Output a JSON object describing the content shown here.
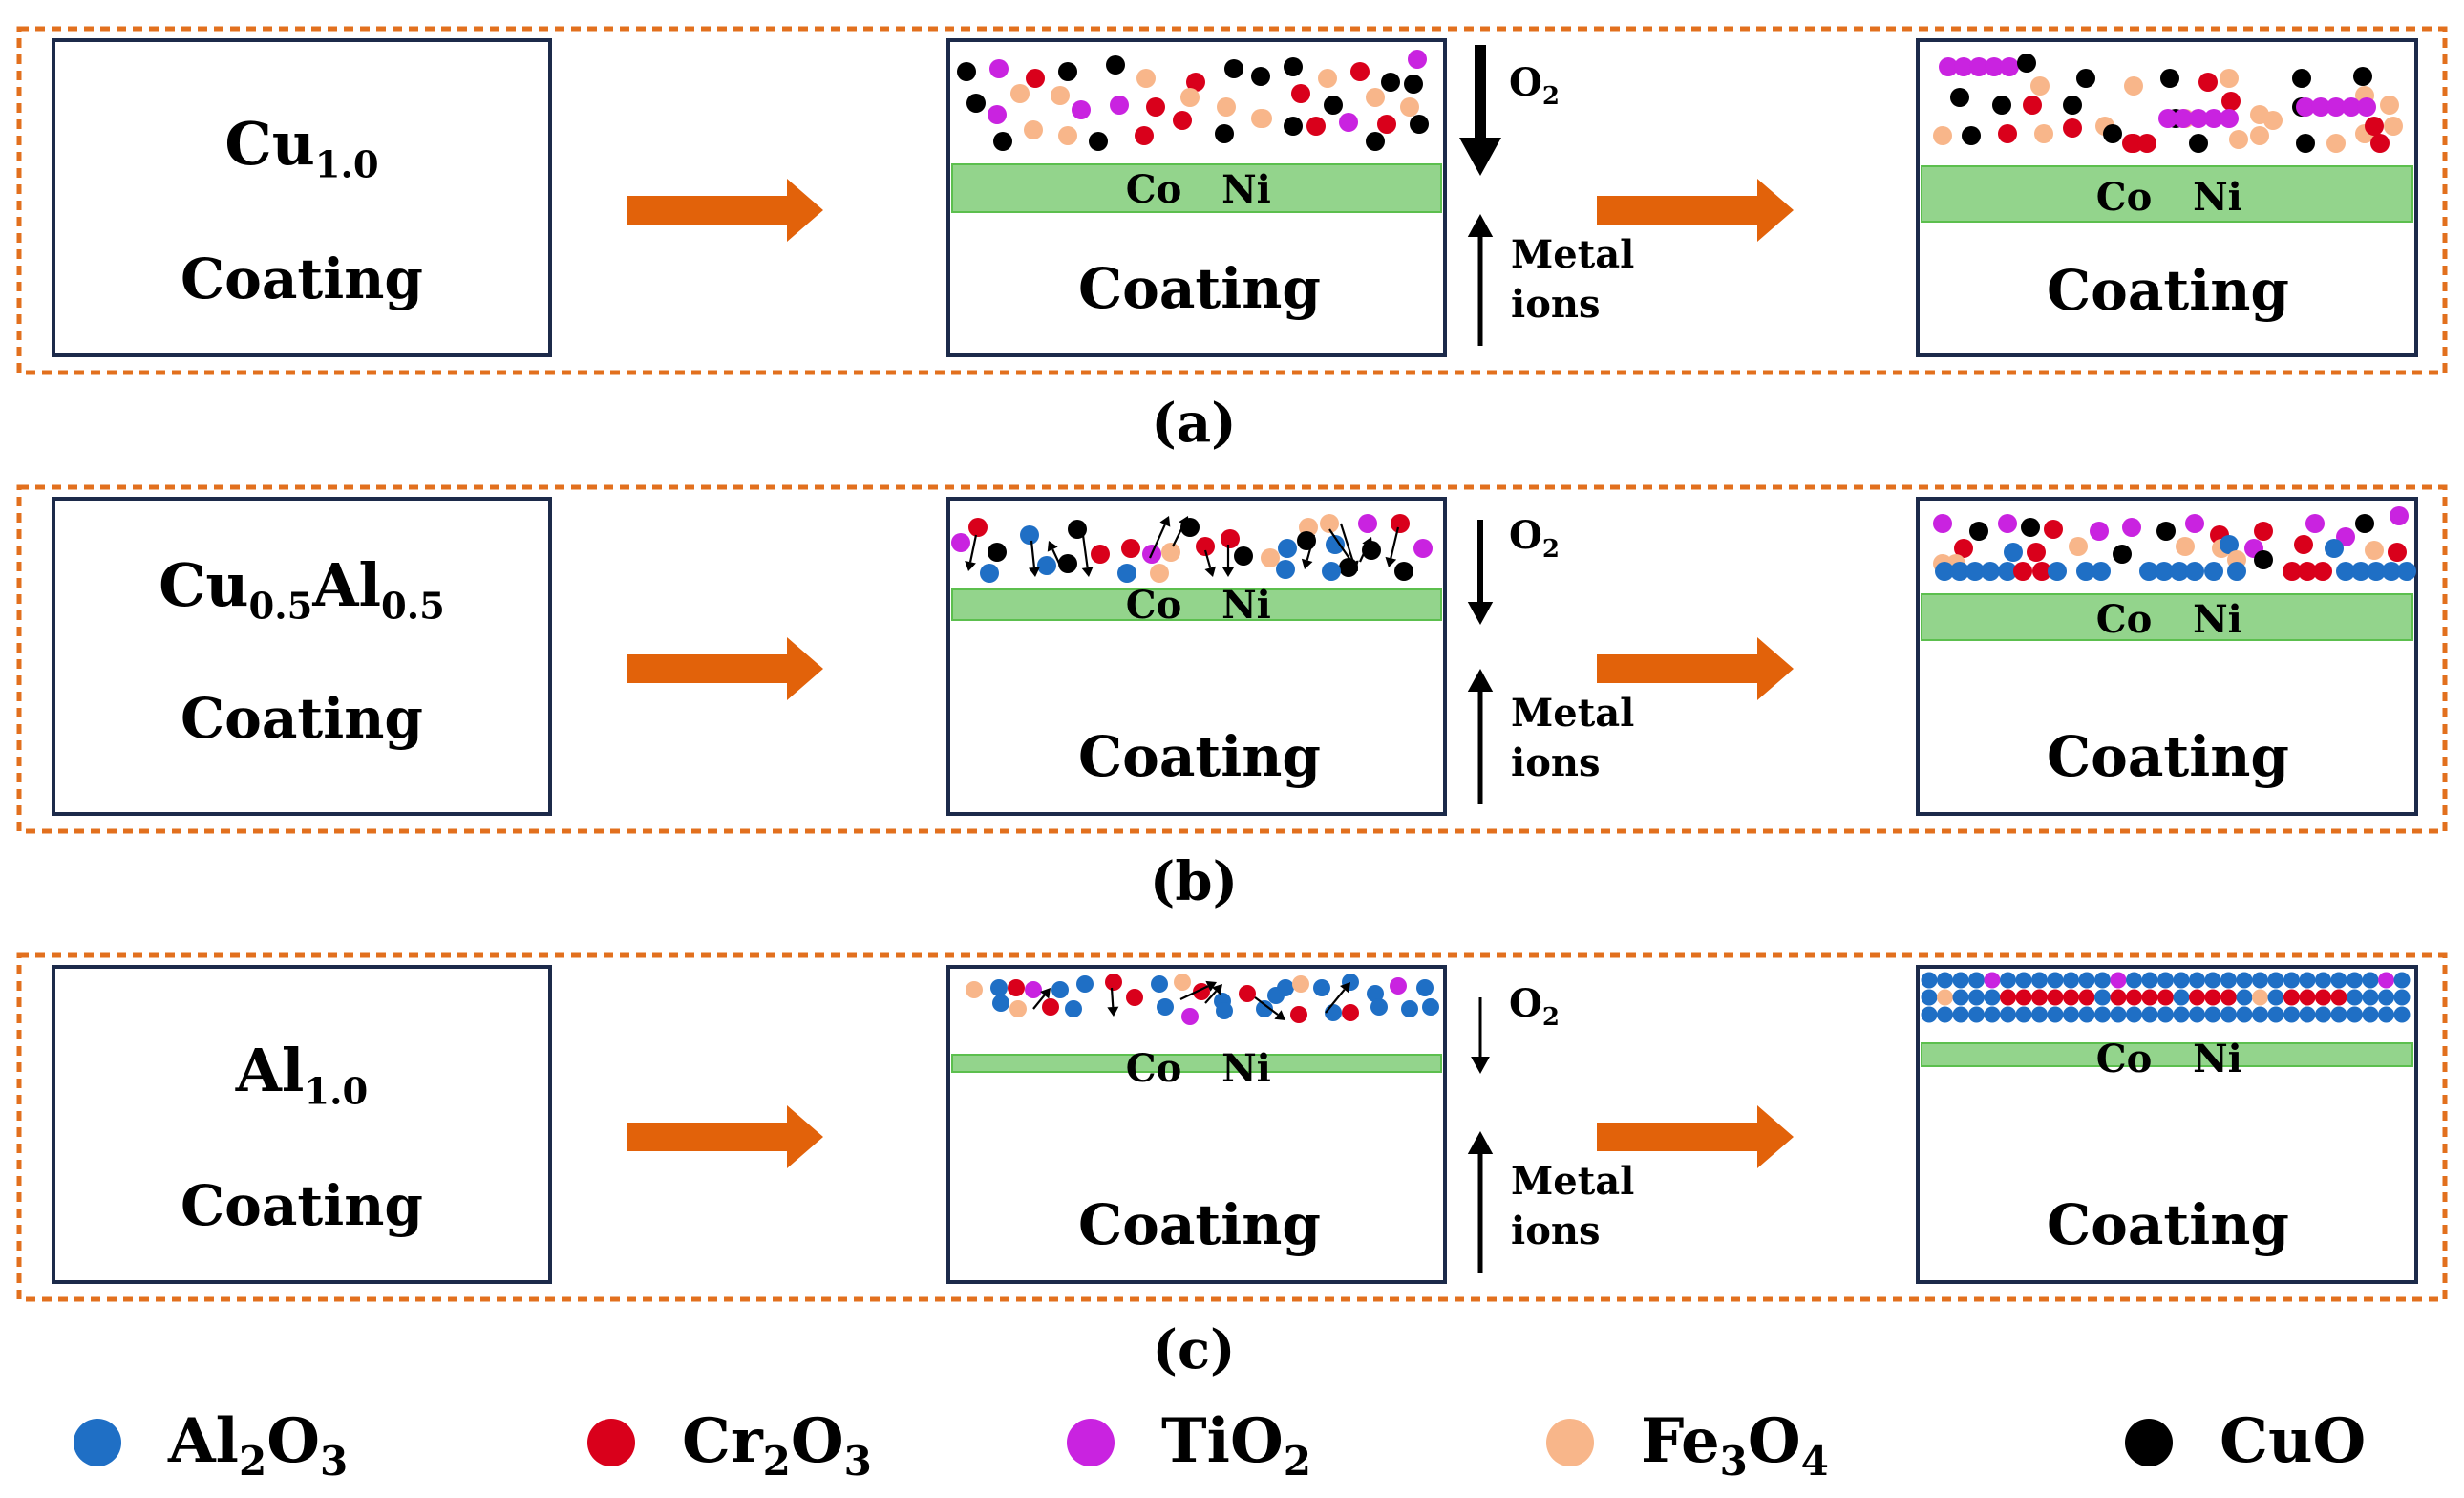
{
  "panels": [
    {
      "caption": "(a)",
      "left_box": {
        "formula": [
          {
            "t": "Cu",
            "sub": false
          },
          {
            "t": "1.0",
            "sub": true
          }
        ],
        "coating": "Coating"
      },
      "middle_box": {
        "layer_labels": [
          "Co",
          "Ni"
        ],
        "coating": "Coating",
        "o2": {
          "base": "O",
          "sub": "2"
        },
        "metal_ions": [
          "Metal",
          "ions"
        ]
      },
      "right_box": {
        "layer_labels": [
          "Co",
          "Ni"
        ],
        "coating": "Coating"
      }
    },
    {
      "caption": "(b)",
      "left_box": {
        "formula": [
          {
            "t": "Cu",
            "sub": false
          },
          {
            "t": "0.5",
            "sub": true
          },
          {
            "t": "Al",
            "sub": false
          },
          {
            "t": "0.5",
            "sub": true
          }
        ],
        "coating": "Coating"
      },
      "middle_box": {
        "layer_labels": [
          "Co",
          "Ni"
        ],
        "coating": "Coating",
        "o2": {
          "base": "O",
          "sub": "2"
        },
        "metal_ions": [
          "Metal",
          "ions"
        ]
      },
      "right_box": {
        "layer_labels": [
          "Co",
          "Ni"
        ],
        "coating": "Coating"
      }
    },
    {
      "caption": "(c)",
      "left_box": {
        "formula": [
          {
            "t": "Al",
            "sub": false
          },
          {
            "t": "1.0",
            "sub": true
          }
        ],
        "coating": "Coating"
      },
      "middle_box": {
        "layer_labels": [
          "Co",
          "Ni"
        ],
        "coating": "Coating",
        "o2": {
          "base": "O",
          "sub": "2"
        },
        "metal_ions": [
          "Metal",
          "ions"
        ]
      },
      "right_box": {
        "layer_labels": [
          "Co",
          "Ni"
        ],
        "coating": "Coating"
      }
    }
  ],
  "legend": [
    {
      "key": "Al2O3",
      "color": "#1f6fc5",
      "parts": [
        {
          "t": "Al",
          "sub": false
        },
        {
          "t": "2",
          "sub": true
        },
        {
          "t": "O",
          "sub": false
        },
        {
          "t": "3",
          "sub": true
        }
      ]
    },
    {
      "key": "Cr2O3",
      "color": "#d9001b",
      "parts": [
        {
          "t": "Cr",
          "sub": false
        },
        {
          "t": "2",
          "sub": true
        },
        {
          "t": "O",
          "sub": false
        },
        {
          "t": "3",
          "sub": true
        }
      ]
    },
    {
      "key": "TiO2",
      "color": "#c923e0",
      "parts": [
        {
          "t": "TiO",
          "sub": false
        },
        {
          "t": "2",
          "sub": true
        }
      ]
    },
    {
      "key": "Fe3O4",
      "color": "#f8b68a",
      "parts": [
        {
          "t": "Fe",
          "sub": false
        },
        {
          "t": "3",
          "sub": true
        },
        {
          "t": "O",
          "sub": false
        },
        {
          "t": "4",
          "sub": true
        }
      ]
    },
    {
      "key": "CuO",
      "color": "#000000",
      "parts": [
        {
          "t": "CuO",
          "sub": false
        }
      ]
    }
  ],
  "colors": {
    "frame": "#e2701e",
    "arrow": "#e2620a",
    "box_border": "#1c2a4a",
    "layer_fill": "#93d48c",
    "layer_border": "#5cbf4e"
  }
}
